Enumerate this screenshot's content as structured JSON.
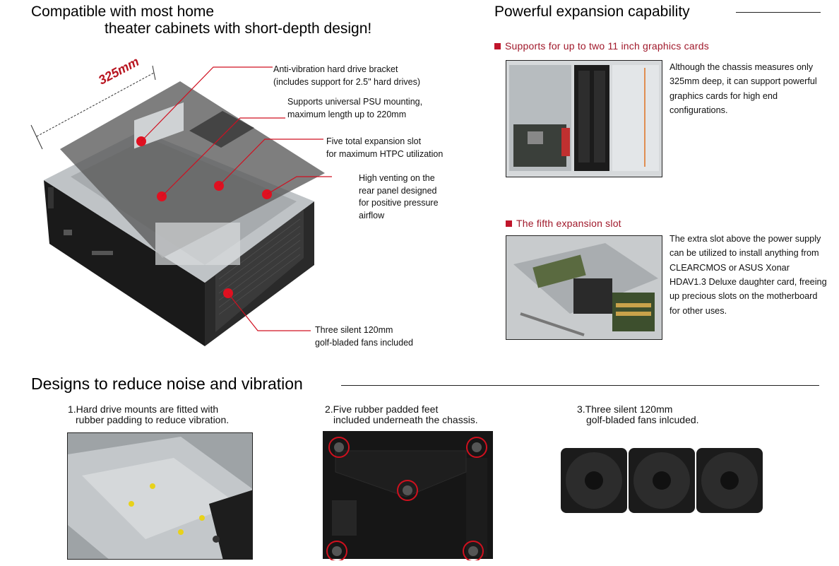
{
  "left_section": {
    "title_line1": "Compatible with most home",
    "title_line2": "theater cabinets with short-depth design!",
    "dimension_label": "325mm",
    "callouts": [
      {
        "line1": "Anti-vibration hard drive bracket",
        "line2": "(includes support for 2.5\" hard drives)"
      },
      {
        "line1": "Supports universal PSU mounting,",
        "line2": "maximum length up to 220mm"
      },
      {
        "line1": "Five total expansion slot",
        "line2": "for maximum HTPC utilization"
      },
      {
        "line1": "High venting on the",
        "line2": "rear panel designed",
        "line3": "for positive pressure",
        "line4": "airflow"
      },
      {
        "line1": "Three silent 120mm",
        "line2": "golf-bladed fans included"
      }
    ]
  },
  "right_section": {
    "title": "Powerful expansion capability",
    "feature1": {
      "heading": "Supports for up to two 11 inch graphics cards",
      "text": "Although the chassis measures only 325mm deep, it can support powerful graphics cards for high end configurations."
    },
    "feature2": {
      "heading": "The fifth expansion slot",
      "text": "The extra slot above the power supply can be utilized to install anything from CLEARCMOS or ASUS Xonar HDAV1.3 Deluxe daughter card, freeing up precious slots on the motherboard for other uses."
    }
  },
  "bottom_section": {
    "title": "Designs to reduce noise and vibration",
    "items": [
      {
        "line1": "1.Hard drive mounts are fitted with",
        "line2": "rubber padding to reduce vibration."
      },
      {
        "line1": "2.Five rubber padded feet",
        "line2": "included underneath the chassis."
      },
      {
        "line1": "3.Three silent 120mm",
        "line2": "golf-bladed fans inlcuded."
      }
    ]
  },
  "colors": {
    "accent_red": "#c0152b",
    "heading_red": "#a0182a",
    "text": "#111111"
  }
}
